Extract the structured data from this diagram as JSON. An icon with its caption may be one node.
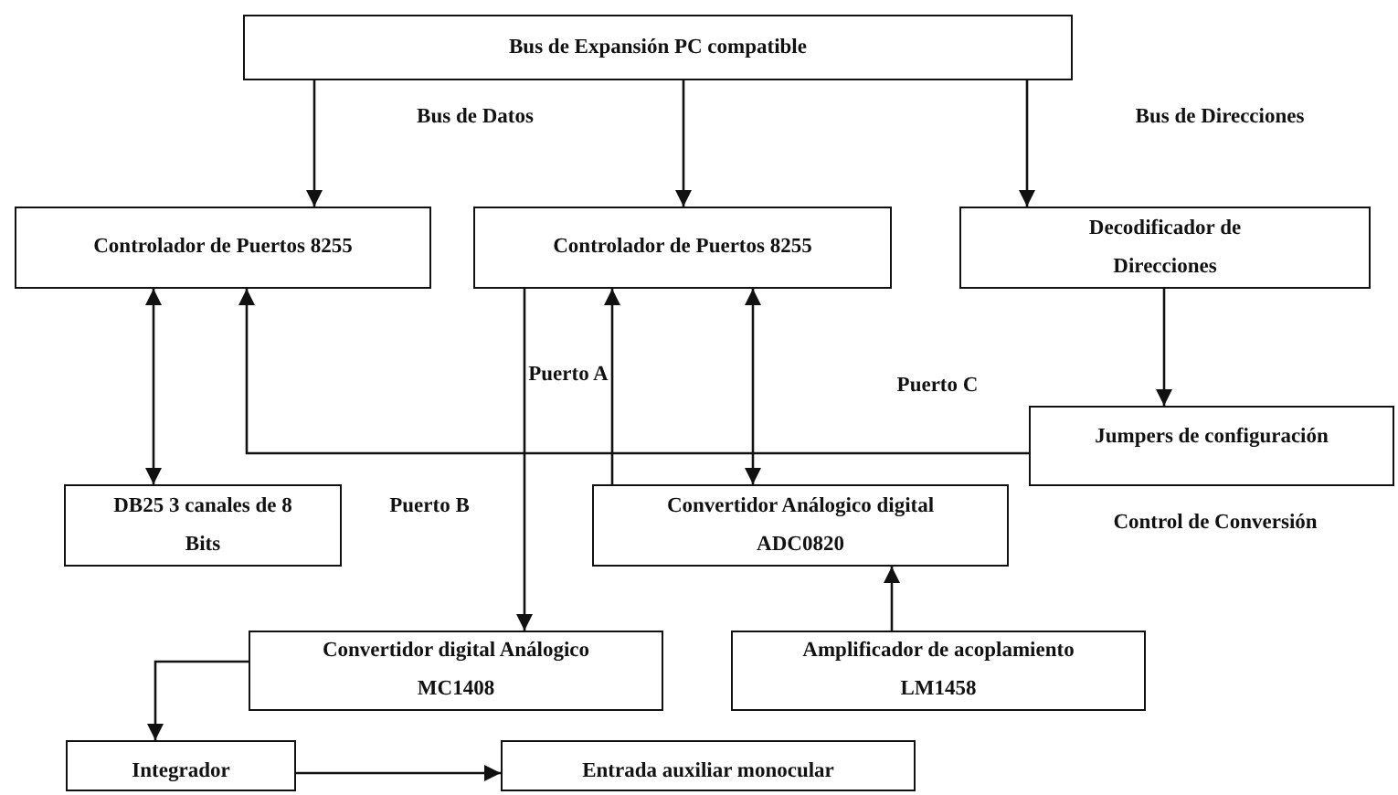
{
  "diagram": {
    "nodes": [
      {
        "text": [
          "Bus de Expansión PC compatible"
        ]
      },
      {
        "text": [
          "Controlador de Puertos 8255"
        ]
      },
      {
        "text": [
          "Controlador de Puertos 8255"
        ]
      },
      {
        "text": [
          "Decodificador de Direcciones"
        ]
      },
      {
        "text": [
          "Jumpers de configuración"
        ]
      },
      {
        "text": [
          "DB25 3 canales de 8 Bits"
        ]
      },
      {
        "text": [
          "Convertidor Análogico digital ADC0820"
        ]
      },
      {
        "text": [
          "Convertidor digital Análogico MC1408"
        ]
      },
      {
        "text": [
          "Amplificador de acoplamiento LM1458"
        ]
      },
      {
        "text": [
          "Integrador"
        ]
      },
      {
        "text": [
          "Entrada auxiliar monocular"
        ]
      }
    ],
    "edges": [
      {
        "from": 0,
        "to": 1,
        "arrow": "to"
      },
      {
        "from": 0,
        "to": 2,
        "arrow": "to"
      },
      {
        "from": 0,
        "to": 3,
        "arrow": "to"
      },
      {
        "from": 1,
        "to": 5,
        "arrow": "both"
      },
      {
        "from": 4,
        "to": 1,
        "arrow": "to"
      },
      {
        "from": 2,
        "to": 7,
        "arrow": "to"
      },
      {
        "from": 6,
        "to": 2,
        "arrow": "to"
      },
      {
        "from": 2,
        "to": 6,
        "arrow": "both"
      },
      {
        "from": 3,
        "to": 4,
        "arrow": "to"
      },
      {
        "from": 8,
        "to": 6,
        "arrow": "to"
      },
      {
        "from": 7,
        "to": 9,
        "arrow": "to"
      },
      {
        "from": 9,
        "to": 10,
        "arrow": "to"
      }
    ],
    "labels": [
      "Bus de Datos",
      "Bus de Direcciones",
      "Puerto A",
      "Puerto C",
      "Puerto B",
      "Control de Conversión"
    ]
  }
}
